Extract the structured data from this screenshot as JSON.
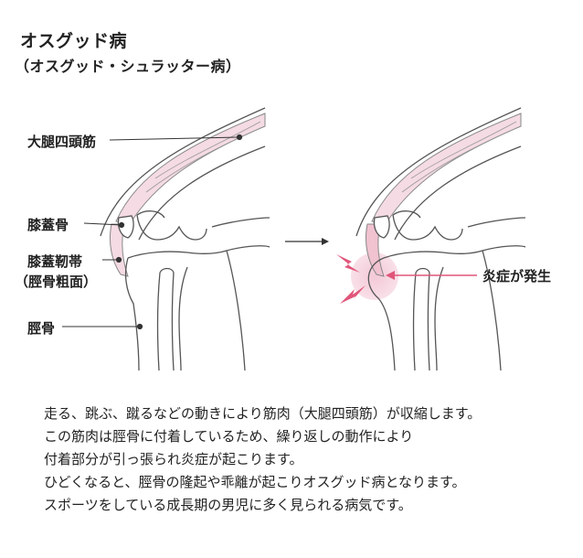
{
  "title": "オスグッド病",
  "subtitle": "（オスグッド・シュラッター病）",
  "labels": {
    "quadriceps": "大腿四頭筋",
    "patella": "膝蓋骨",
    "patellar_ligament": "膝蓋靭帯",
    "tibial_tuberosity": "（脛骨粗面）",
    "tibia": "脛骨",
    "inflammation": "炎症が発生"
  },
  "colors": {
    "muscle_fill": "#f5dbe3",
    "inflammation": "#e0567a",
    "inflammation_glow": "#f3c6d4",
    "bone_line": "#555555"
  },
  "description": [
    "走る、跳ぶ、蹴るなどの動きにより筋肉（大腿四頭筋）が収縮します。",
    "この筋肉は脛骨に付着しているため、繰り返しの動作により",
    "付着部分が引っ張られ炎症が起こります。",
    "ひどくなると、脛骨の隆起や乖離が起こりオスグッド病となります。",
    "スポーツをしている成長期の男児に多く見られる病気です。"
  ]
}
